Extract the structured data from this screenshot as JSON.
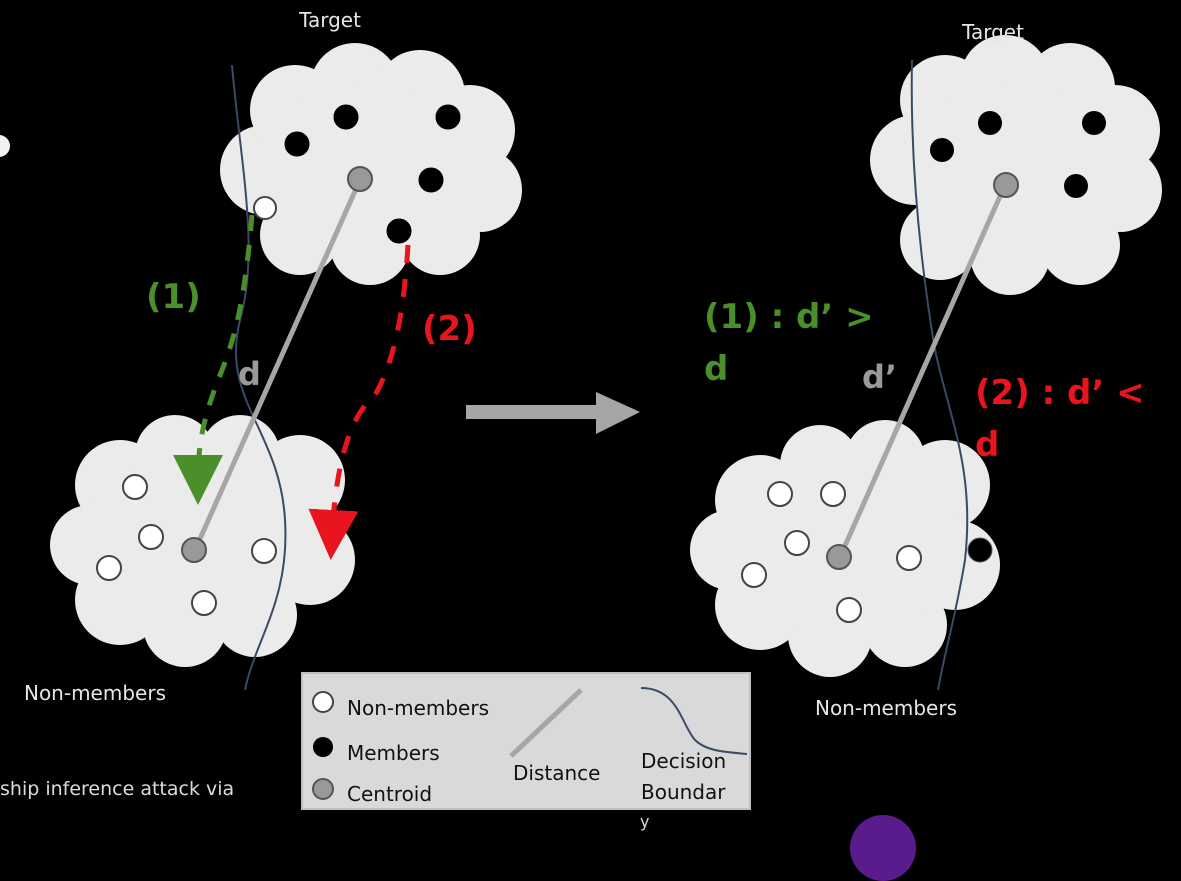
{
  "left_panel": {
    "target_label": "Target",
    "nonmembers_label": "Non-members",
    "distance_label": "d",
    "path1_label": "(1)",
    "path2_label": "(2)"
  },
  "right_panel": {
    "target_label": "Target",
    "nonmembers_label": "Non-members",
    "distance_label": "d’",
    "cond1_line1": "(1) : d’ >",
    "cond1_line2": "d",
    "cond2_line1": "(2) : d’ <",
    "cond2_line2": "d"
  },
  "legend": {
    "nonmembers": "Non-members",
    "members": "Members",
    "centroid": "Centroid",
    "distance": "Distance",
    "decision_line1": "Decision",
    "decision_line2": "Boundar",
    "decision_line3": "y"
  },
  "caption": "ship inference attack via",
  "colors": {
    "background": "#000000",
    "cloud": "#ebebeb",
    "green": "#4a8f2a",
    "red": "#e8141e",
    "gray_line": "#a6a6a6",
    "boundary": "#3a4a66",
    "label_gray": "#9a9a9a"
  }
}
